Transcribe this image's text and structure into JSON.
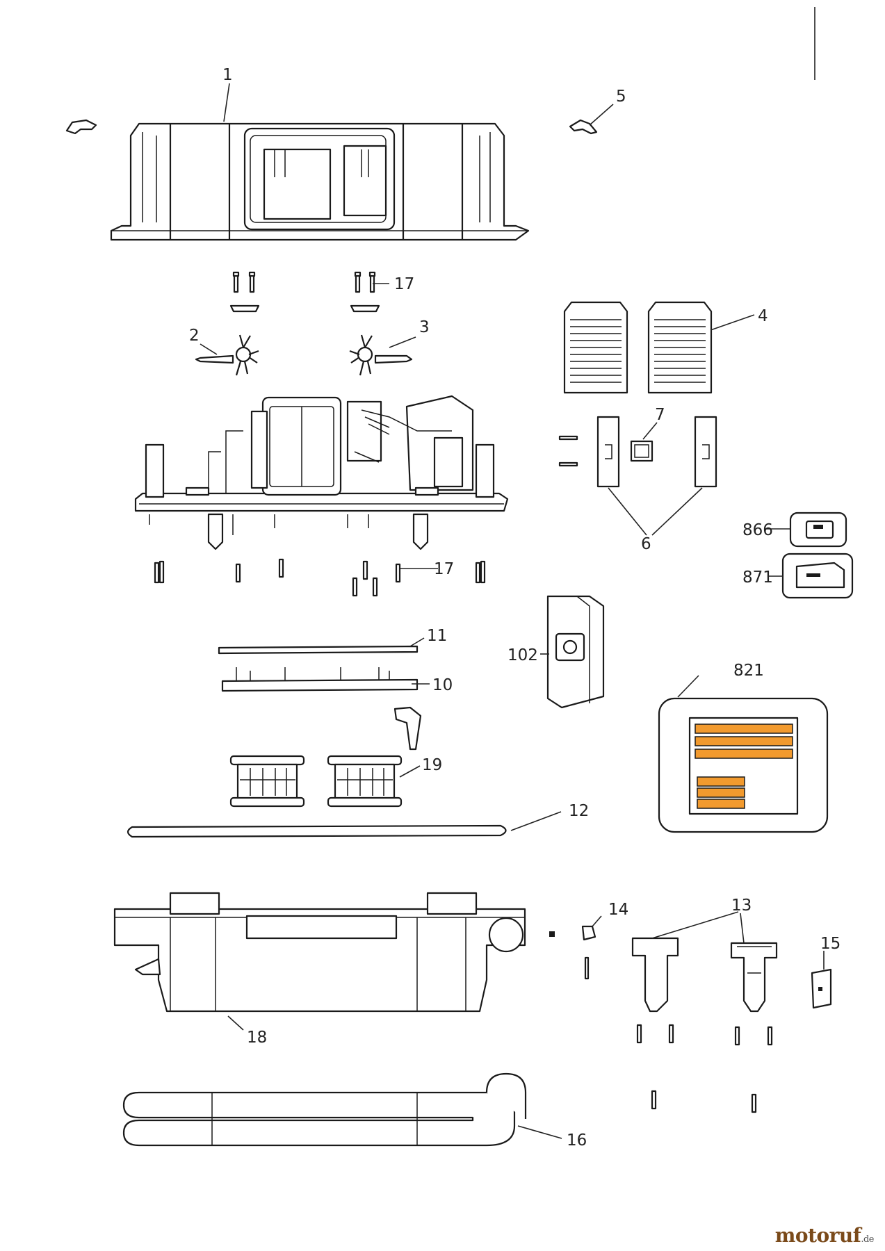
{
  "callouts": [
    {
      "id": "1",
      "label": "1"
    },
    {
      "id": "2",
      "label": "2"
    },
    {
      "id": "3",
      "label": "3"
    },
    {
      "id": "4",
      "label": "4"
    },
    {
      "id": "5",
      "label": "5"
    },
    {
      "id": "6",
      "label": "6"
    },
    {
      "id": "7",
      "label": "7"
    },
    {
      "id": "10",
      "label": "10"
    },
    {
      "id": "11",
      "label": "11"
    },
    {
      "id": "12",
      "label": "12"
    },
    {
      "id": "13",
      "label": "13"
    },
    {
      "id": "14",
      "label": "14"
    },
    {
      "id": "15",
      "label": "15"
    },
    {
      "id": "16",
      "label": "16"
    },
    {
      "id": "17a",
      "label": "17"
    },
    {
      "id": "17b",
      "label": "17"
    },
    {
      "id": "18",
      "label": "18"
    },
    {
      "id": "19",
      "label": "19"
    },
    {
      "id": "102",
      "label": "102"
    },
    {
      "id": "821",
      "label": "821"
    },
    {
      "id": "866",
      "label": "866"
    },
    {
      "id": "871",
      "label": "871"
    }
  ],
  "brand": {
    "name": "motoruf",
    "tld": ".de"
  },
  "colors": {
    "label_bars": "#f29a2e",
    "ink": "#1a1a1a",
    "brand": "#7a4a1a"
  }
}
